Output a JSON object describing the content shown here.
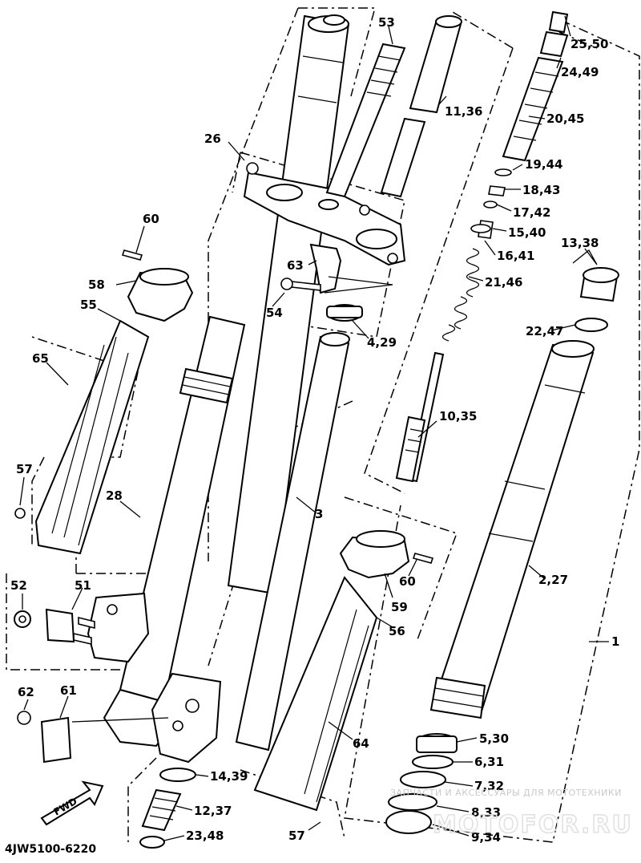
{
  "diagram_code": "4JW5100-6220",
  "fwd_label": "FWD",
  "watermark_text": "ЗАПЧАСТИ И АКСЕССУАРЫ ДЛЯ МОТОТЕХНИКИ",
  "watermark_logo": "MOTOFOR.RU",
  "callouts": [
    {
      "id": "c53",
      "text": "53"
    },
    {
      "id": "c25",
      "text": "25,50"
    },
    {
      "id": "c24",
      "text": "24,49"
    },
    {
      "id": "c11",
      "text": "11,36"
    },
    {
      "id": "c20",
      "text": "20,45"
    },
    {
      "id": "c26",
      "text": "26"
    },
    {
      "id": "c19",
      "text": "19,44"
    },
    {
      "id": "c18",
      "text": "18,43"
    },
    {
      "id": "c17",
      "text": "17,42"
    },
    {
      "id": "c60a",
      "text": "60"
    },
    {
      "id": "c15",
      "text": "15,40"
    },
    {
      "id": "c13",
      "text": "13,38"
    },
    {
      "id": "c16",
      "text": "16,41"
    },
    {
      "id": "c63",
      "text": "63"
    },
    {
      "id": "c58",
      "text": "58"
    },
    {
      "id": "c21",
      "text": "21,46"
    },
    {
      "id": "c54",
      "text": "54"
    },
    {
      "id": "c55",
      "text": "55"
    },
    {
      "id": "c22",
      "text": "22,47"
    },
    {
      "id": "c4",
      "text": "4,29"
    },
    {
      "id": "c65",
      "text": "65"
    },
    {
      "id": "c10",
      "text": "10,35"
    },
    {
      "id": "c57a",
      "text": "57"
    },
    {
      "id": "c28",
      "text": "28"
    },
    {
      "id": "c3",
      "text": "3"
    },
    {
      "id": "c60b",
      "text": "60"
    },
    {
      "id": "c2",
      "text": "2,27"
    },
    {
      "id": "c52",
      "text": "52"
    },
    {
      "id": "c51",
      "text": "51"
    },
    {
      "id": "c59",
      "text": "59"
    },
    {
      "id": "c56",
      "text": "56"
    },
    {
      "id": "c1",
      "text": "1"
    },
    {
      "id": "c62",
      "text": "62"
    },
    {
      "id": "c61",
      "text": "61"
    },
    {
      "id": "c5",
      "text": "5,30"
    },
    {
      "id": "c64",
      "text": "64"
    },
    {
      "id": "c6",
      "text": "6,31"
    },
    {
      "id": "c14",
      "text": "14,39"
    },
    {
      "id": "c7",
      "text": "7,32"
    },
    {
      "id": "c12",
      "text": "12,37"
    },
    {
      "id": "c8",
      "text": "8,33"
    },
    {
      "id": "c23",
      "text": "23,48"
    },
    {
      "id": "c57b",
      "text": "57"
    },
    {
      "id": "c9",
      "text": "9,34"
    }
  ]
}
